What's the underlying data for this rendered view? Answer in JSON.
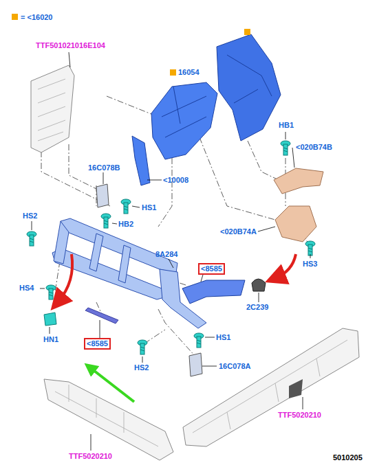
{
  "diagram": {
    "nodes": [
      {
        "text": [
          "<8585"
        ]
      },
      {
        "text": [
          "<8585"
        ]
      }
    ],
    "edges": [],
    "labels": [
      "TTF501021016E104",
      "16054",
      "HB1",
      "<020B74B",
      "16C078B",
      "<10008",
      "HS1",
      "HS2",
      "HB2",
      "<020B74A",
      "HS3",
      "8A284",
      "HS4",
      "2C239",
      "HN1",
      "HS1",
      "HS2",
      "16C078A",
      "TTF5020210",
      "TTF5020210",
      "5010205"
    ],
    "legend": [
      {
        "text": "= <16020",
        "color": "#f5a800"
      }
    ]
  }
}
